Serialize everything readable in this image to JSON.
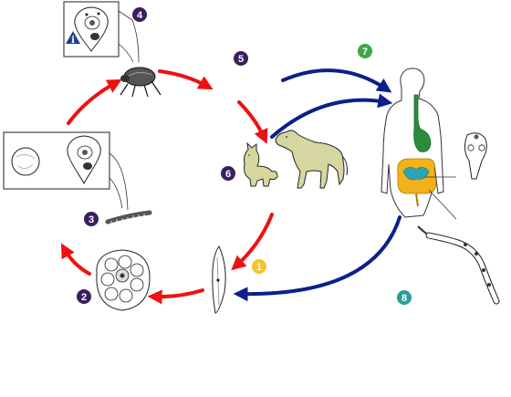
{
  "stages": [
    {
      "label": "1",
      "color": "#f2c230"
    },
    {
      "label": "2",
      "color": "#3b1f5e"
    },
    {
      "label": "3",
      "color": "#3b1f5e"
    },
    {
      "label": "4",
      "color": "#3b1f5e"
    },
    {
      "label": "5",
      "color": "#3b1f5e"
    },
    {
      "label": "6",
      "color": "#3b1f5e"
    },
    {
      "label": "7",
      "color": "#3aa845"
    },
    {
      "label": "8",
      "color": "#2a9d96"
    }
  ],
  "info_badge": {
    "letter": "i",
    "color": "#1d3f8f"
  },
  "colors": {
    "red_arrow": "#ee1111",
    "blue_arrow": "#0c1f8a",
    "human_stomach": "#2e8b3e",
    "intestine": "#f2b21a",
    "intestine_blue": "#2aa6b8",
    "animal_fill": "#d6d7a0"
  }
}
